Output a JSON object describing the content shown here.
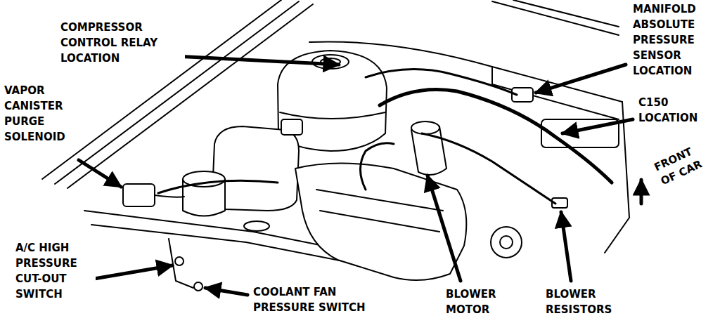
{
  "diagram": {
    "labels": [
      "MANIFOLD ABSOLUTE PRESSURE SENSOR LOCATION",
      "COMPRESSOR CONTROL RELAY LOCATION",
      "VAPOR CANISTER PURGE SOLENOID",
      "C150 LOCATION",
      "FRONT OF CAR",
      "A/C HIGH PRESSURE CUT-OUT SWITCH",
      "COOLANT FAN PRESSURE SWITCH",
      "BLOWER MOTOR",
      "BLOWER RESISTORS"
    ]
  }
}
